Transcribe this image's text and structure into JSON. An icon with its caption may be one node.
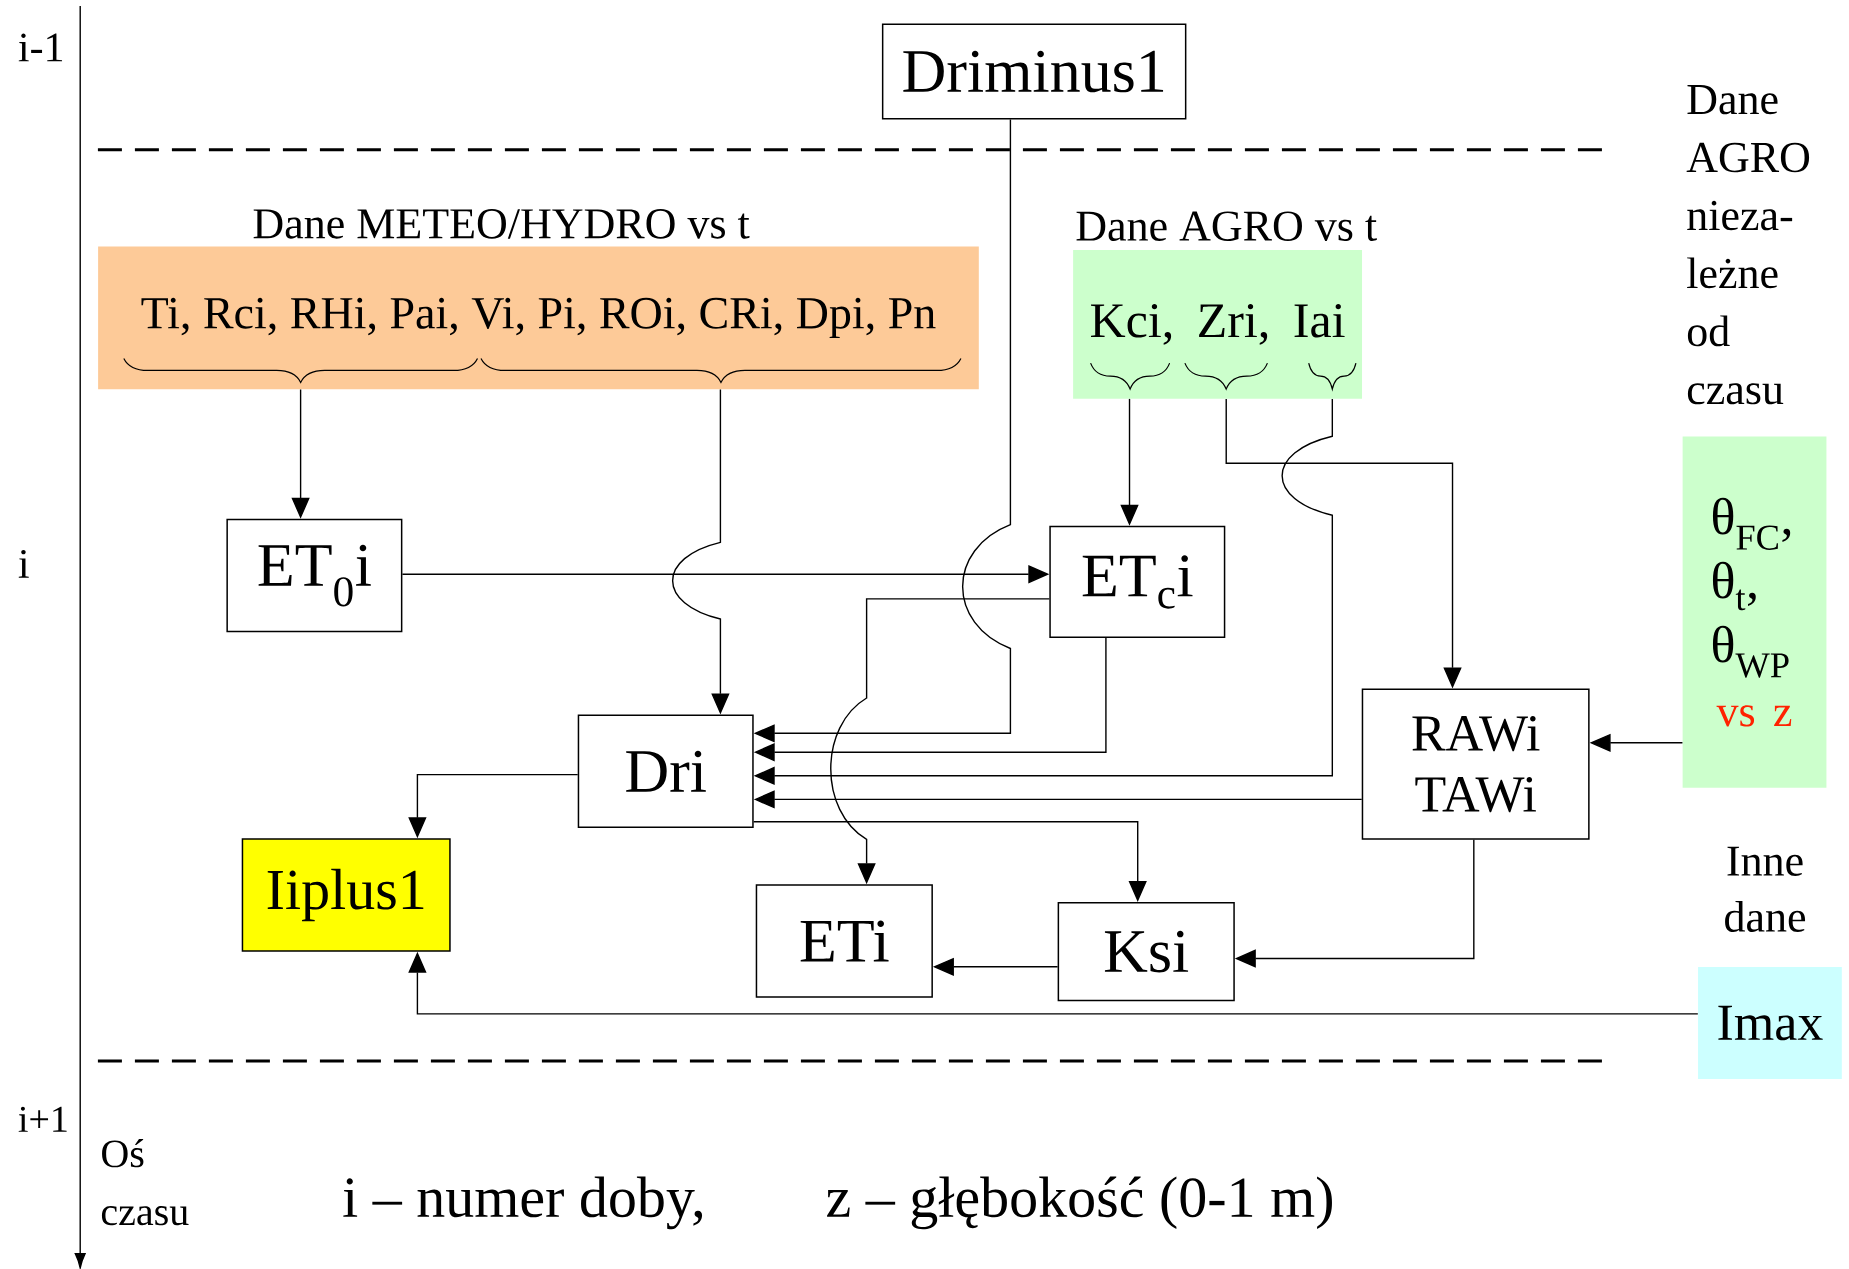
{
  "diagram": {
    "nodes": [
      {
        "text": [
          "Driminus1"
        ]
      },
      {
        "text": [
          "Dane METEO/HYDRO vs t",
          "Ti, Rci, RHi, Pai, Vi, Pi, ROi, CRi, Dpi, Pn"
        ]
      },
      {
        "text": [
          "Dane AGRO vs t",
          "Kci, Zri, Iai"
        ]
      },
      {
        "text": [
          "ET$_{0}$i"
        ]
      },
      {
        "text": [
          "ET$_{c}$i"
        ]
      },
      {
        "text": [
          "Dri"
        ]
      },
      {
        "text": [
          "RAWi TAWi"
        ]
      },
      {
        "text": [
          "Iiplus1"
        ]
      },
      {
        "text": [
          "ETi"
        ]
      },
      {
        "text": [
          "Ksi"
        ]
      },
      {
        "text": [
          "Dane AGRO nieza-leżne od czasu",
          "θ$_{FC}$, θ$_{t}$, θ$_{WP}$",
          "vs z"
        ]
      },
      {
        "text": [
          "Inne dane",
          "Imax"
        ]
      }
    ],
    "edges": [
      {
        "from": 0,
        "to": 5,
        "arrow": "to"
      },
      {
        "from": 1,
        "to": 3,
        "arrow": "to"
      },
      {
        "from": 1,
        "to": 5,
        "arrow": "to"
      },
      {
        "from": 3,
        "to": 4,
        "arrow": "to"
      },
      {
        "from": 2,
        "to": 4,
        "arrow": "to"
      },
      {
        "from": 2,
        "to": 6,
        "arrow": "to"
      },
      {
        "from": 2,
        "to": 5,
        "arrow": "to"
      },
      {
        "from": 4,
        "to": 5,
        "arrow": "to"
      },
      {
        "from": 4,
        "to": 8,
        "arrow": "to"
      },
      {
        "from": 6,
        "to": 5,
        "arrow": "to"
      },
      {
        "from": 5,
        "to": 7,
        "arrow": "to"
      },
      {
        "from": 5,
        "to": 9,
        "arrow": "to"
      },
      {
        "from": 10,
        "to": 6,
        "arrow": "to"
      },
      {
        "from": 6,
        "to": 9,
        "arrow": "to"
      },
      {
        "from": 9,
        "to": 8,
        "arrow": "to"
      },
      {
        "from": 11,
        "to": 7,
        "arrow": "to"
      }
    ],
    "labels": [
      "i-1",
      "i",
      "i+1",
      "Oś czasu",
      "i – numer doby,",
      "z – głębokość (0-1 m)"
    ]
  }
}
